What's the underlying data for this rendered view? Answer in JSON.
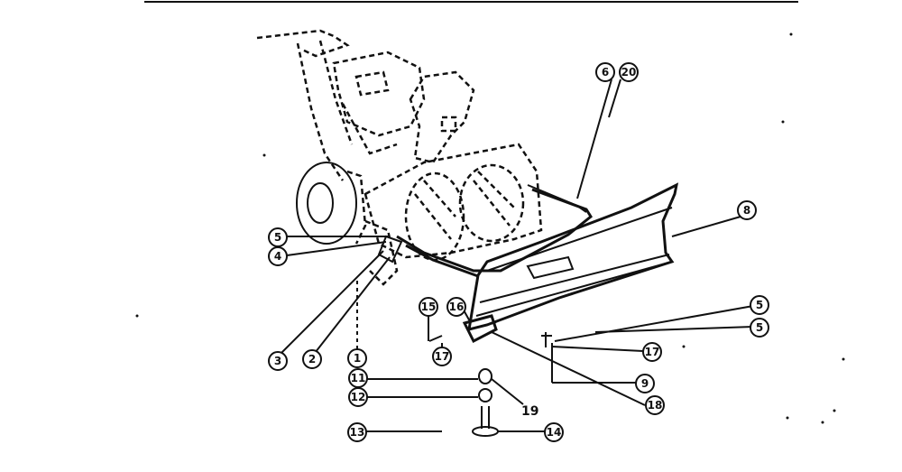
{
  "callouts": [
    {
      "id": "c1",
      "label": "1"
    },
    {
      "id": "c2",
      "label": "2"
    },
    {
      "id": "c3",
      "label": "3"
    },
    {
      "id": "c4",
      "label": "4"
    },
    {
      "id": "c5a",
      "label": "5"
    },
    {
      "id": "c5b",
      "label": "5"
    },
    {
      "id": "c5c",
      "label": "5"
    },
    {
      "id": "c6",
      "label": "6"
    },
    {
      "id": "c8",
      "label": "8"
    },
    {
      "id": "c9",
      "label": "9"
    },
    {
      "id": "c11",
      "label": "11"
    },
    {
      "id": "c12",
      "label": "12"
    },
    {
      "id": "c13",
      "label": "13"
    },
    {
      "id": "c14",
      "label": "14"
    },
    {
      "id": "c15",
      "label": "15"
    },
    {
      "id": "c16",
      "label": "16"
    },
    {
      "id": "c17a",
      "label": "17"
    },
    {
      "id": "c17b",
      "label": "17"
    },
    {
      "id": "c18",
      "label": "18"
    },
    {
      "id": "c20",
      "label": "20"
    }
  ],
  "plain_labels": {
    "l19": "19"
  }
}
